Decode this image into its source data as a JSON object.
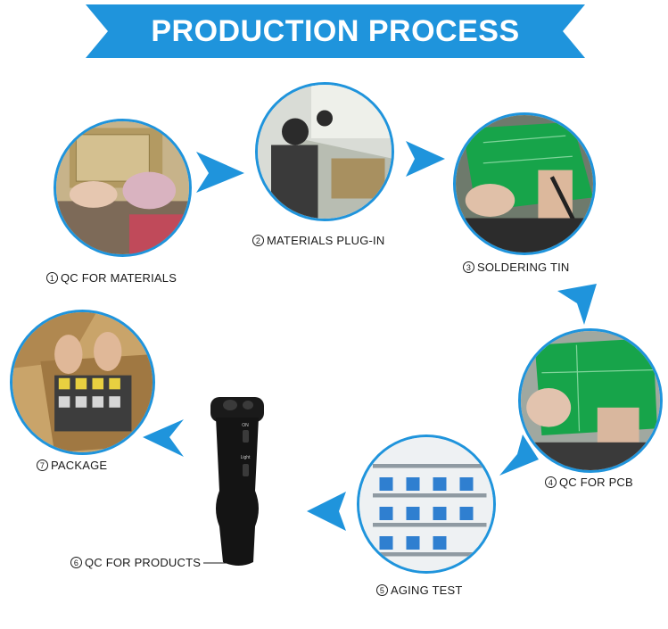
{
  "banner": {
    "title": "PRODUCTION PROCESS"
  },
  "steps": [
    {
      "num": "1",
      "label": "QC FOR MATERIALS"
    },
    {
      "num": "2",
      "label": "MATERIALS PLUG-IN"
    },
    {
      "num": "3",
      "label": "SOLDERING TIN"
    },
    {
      "num": "4",
      "label": "QC FOR PCB"
    },
    {
      "num": "5",
      "label": "AGING TEST"
    },
    {
      "num": "6",
      "label": "QC FOR PRODUCTS"
    },
    {
      "num": "7",
      "label": "PACKAGE"
    }
  ],
  "product": {
    "label_on": "ON",
    "label_light": "Light"
  },
  "colors": {
    "accent": "#1f94dc",
    "pcb": "#17a44a"
  }
}
